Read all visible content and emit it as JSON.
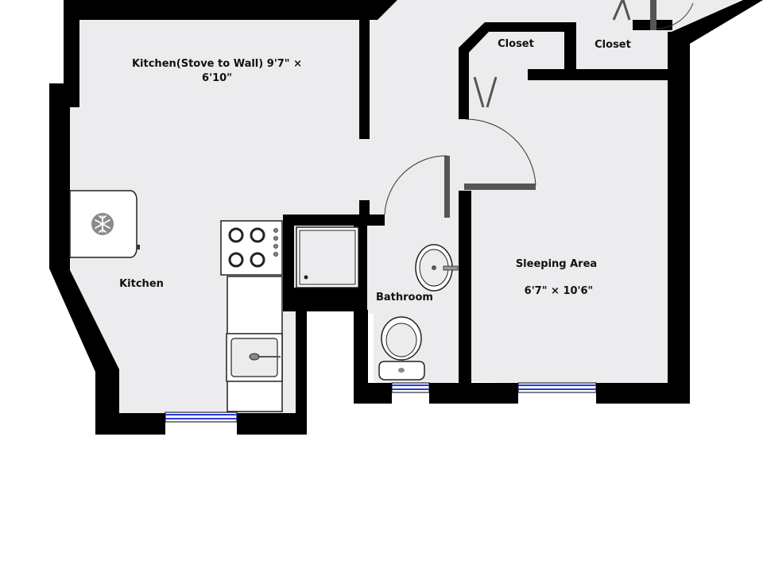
{
  "floorplan": {
    "rooms": {
      "kitchen_dimensions": {
        "line1": "Kitchen(Stove to Wall) 9'7\" ×",
        "line2": "6'10\""
      },
      "kitchen": {
        "name": "Kitchen"
      },
      "closet_left": {
        "name": "Closet"
      },
      "closet_right": {
        "name": "Closet"
      },
      "bathroom": {
        "name": "Bathroom"
      },
      "sleeping_area": {
        "name": "Sleeping Area",
        "dimensions": "6'7\" × 10'6\""
      }
    },
    "fixtures": [
      "refrigerator-icon",
      "stove-icon",
      "sink-icon",
      "shower-icon",
      "bathroom-sink-icon",
      "toilet-icon"
    ],
    "colors": {
      "wall": "#000000",
      "floor": "#ececee",
      "window": "#2a3bd6",
      "door": "#555555"
    }
  }
}
